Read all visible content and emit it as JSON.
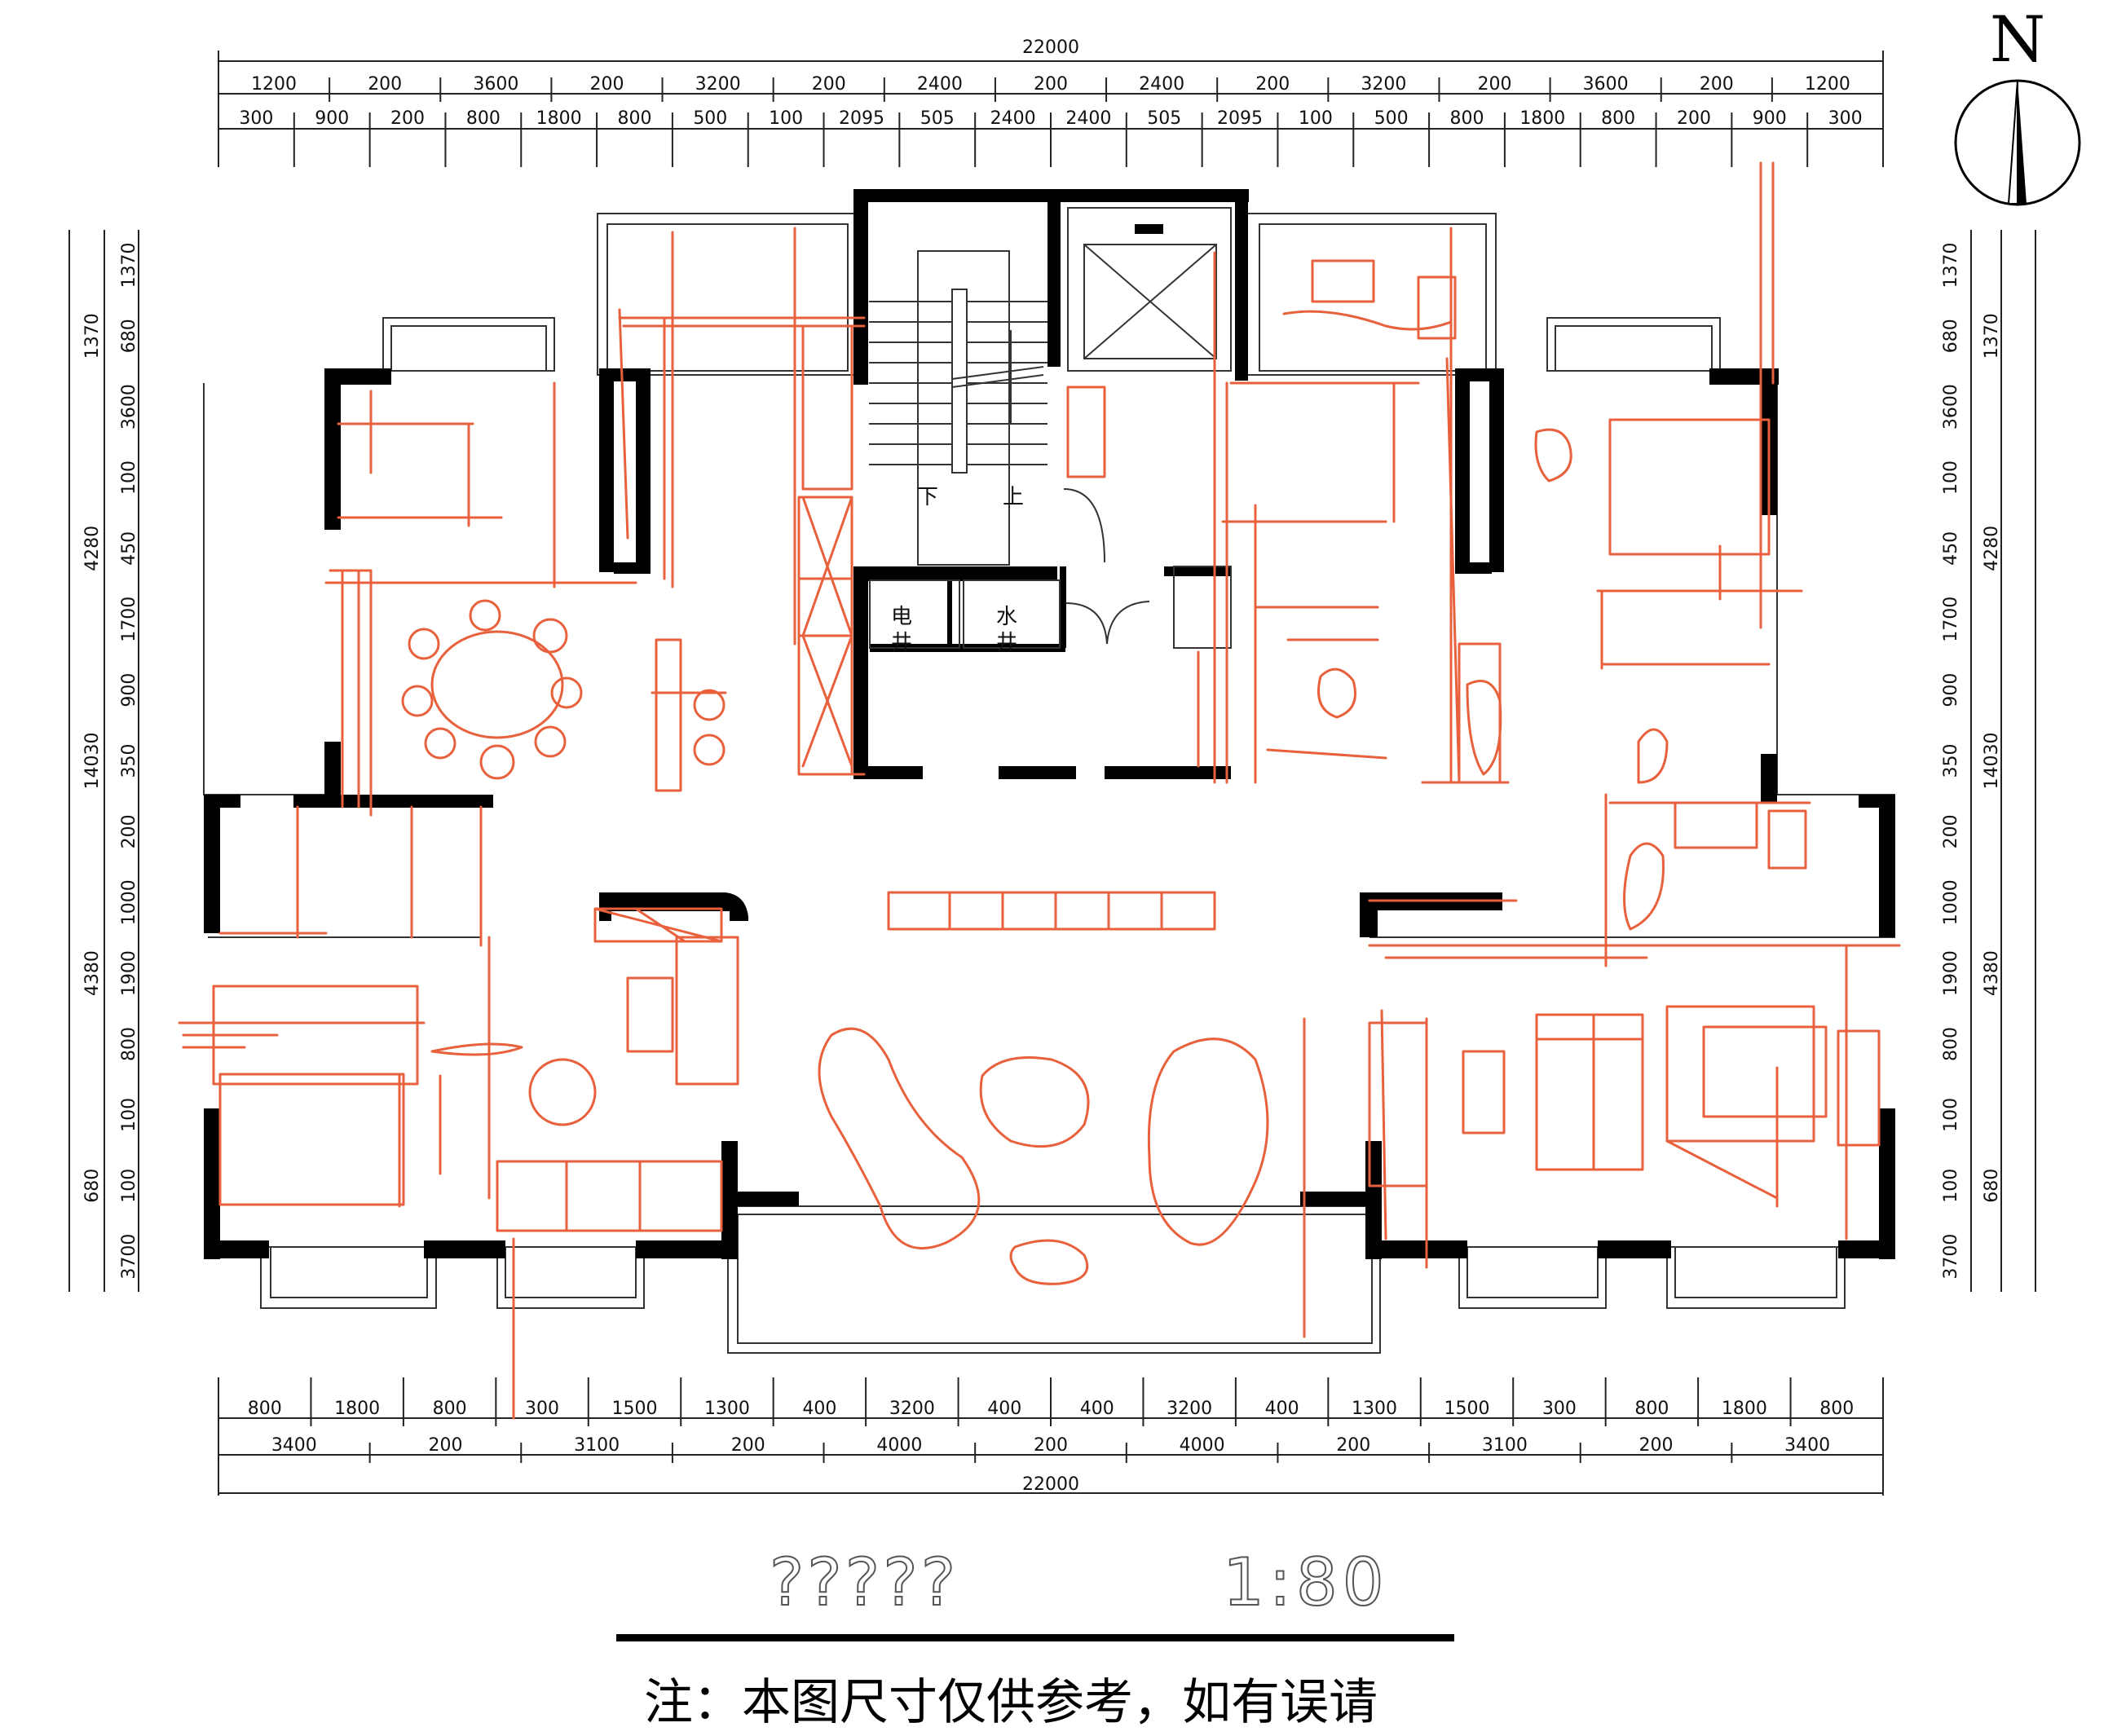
{
  "drawing": {
    "title": "?????",
    "scale": "1:80",
    "note": "注：本图尺寸仅供参考，如有误请",
    "north_label": "N"
  },
  "dimensions": {
    "top_total": "22000",
    "top_row1": [
      "1200",
      "200",
      "3600",
      "200",
      "3200",
      "200",
      "2400",
      "200",
      "2400",
      "200",
      "3200",
      "200",
      "3600",
      "200",
      "1200"
    ],
    "top_row2": [
      "300",
      "900",
      "200",
      "800",
      "1800",
      "800",
      "500",
      "100",
      "2095",
      "505",
      "2400",
      "2400",
      "505",
      "2095",
      "100",
      "500",
      "800",
      "1800",
      "800",
      "200",
      "900",
      "300"
    ],
    "bottom_row1": [
      "800",
      "1800",
      "800",
      "300",
      "1500",
      "1300",
      "400",
      "3200",
      "400",
      "400",
      "3200",
      "400",
      "1300",
      "1500",
      "300",
      "800",
      "1800",
      "800"
    ],
    "bottom_row2": [
      "3400",
      "200",
      "3100",
      "200",
      "4000",
      "200",
      "4000",
      "200",
      "3100",
      "200",
      "3400"
    ],
    "bottom_total": "22000",
    "left_outer": [
      "1370",
      "4280",
      "14030",
      "4380",
      "680"
    ],
    "left_inner": [
      "1370",
      "680",
      "3600",
      "100",
      "450",
      "1700",
      "900",
      "350",
      "200",
      "1000",
      "1900",
      "800",
      "100",
      "100",
      "3700"
    ],
    "right_outer": [
      "1370",
      "4280",
      "14030",
      "4380",
      "680"
    ],
    "right_inner": [
      "1370",
      "680",
      "3600",
      "100",
      "450",
      "1700",
      "900",
      "350",
      "200",
      "1000",
      "1900",
      "800",
      "100",
      "100",
      "3700"
    ]
  },
  "rooms": {
    "stair_down": "下",
    "stair_up": "上",
    "electric_shaft": [
      "电",
      "井"
    ],
    "water_shaft": [
      "水",
      "井"
    ]
  },
  "colors": {
    "markup": "#e8613c",
    "wall": "#000000",
    "line": "#333333"
  }
}
